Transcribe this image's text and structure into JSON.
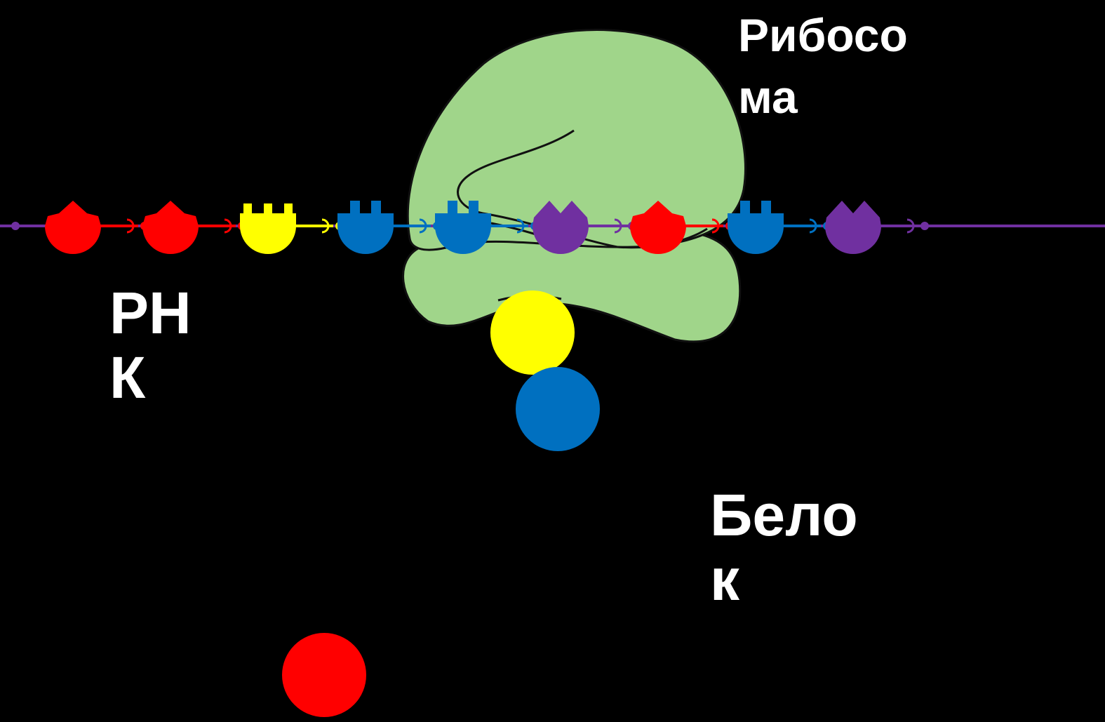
{
  "labels": {
    "ribosome_line1": "Рибосо",
    "ribosome_line2": "ма",
    "rna_line1": "РН",
    "rna_line2": "К",
    "protein_line1": "Бело",
    "protein_line2": "к"
  },
  "colors": {
    "background": "#000000",
    "text": "#ffffff",
    "ribosome": "#a0d58a",
    "ribosome_outline": "#111111",
    "red": "#ff0000",
    "yellow": "#ffff00",
    "blue": "#0070c0",
    "purple": "#7030a0"
  },
  "rna_chain": {
    "nucleotides": [
      {
        "color": "red",
        "shape": "peak-icon"
      },
      {
        "color": "red",
        "shape": "peak-icon"
      },
      {
        "color": "yellow",
        "shape": "triple-notch-icon"
      },
      {
        "color": "blue",
        "shape": "double-notch-icon"
      },
      {
        "color": "blue",
        "shape": "double-notch-icon"
      },
      {
        "color": "purple",
        "shape": "v-notch-icon"
      },
      {
        "color": "red",
        "shape": "peak-icon"
      },
      {
        "color": "blue",
        "shape": "double-notch-icon"
      },
      {
        "color": "purple",
        "shape": "v-notch-icon"
      }
    ]
  },
  "protein_chain": {
    "amino_acids": [
      {
        "color": "yellow"
      },
      {
        "color": "blue"
      }
    ],
    "free_amino_acid": {
      "color": "red"
    }
  }
}
